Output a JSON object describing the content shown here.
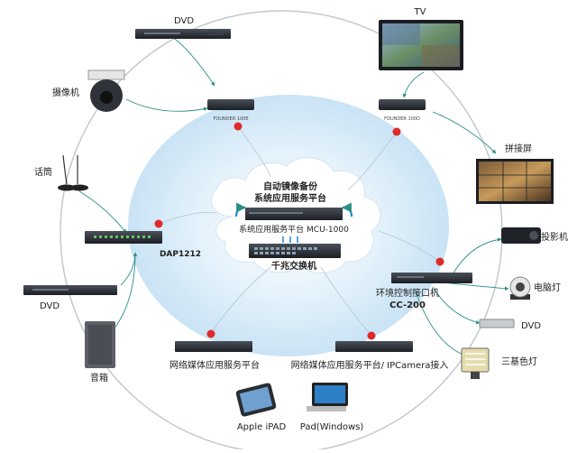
{
  "diagram": {
    "center": {
      "title_line1": "自动镜像备份",
      "title_line2": "系统应用服务平台",
      "mcu_label": "系统应用服务平台 MCU-1000",
      "switch_label": "千兆交换机"
    },
    "nodes": {
      "dvd_top": "DVD",
      "tv": "TV",
      "camera": "摄像机",
      "founder_left": "FOUNDER 100E",
      "founder_right": "FOUNDER 100D",
      "video_wall": "拼接屏",
      "microphone": "话筒",
      "dap": "DAP1212",
      "projector": "投影机",
      "ptz_light": "电脑灯",
      "env_control_line1": "环境控制接口机",
      "env_control_line2": "CC-200",
      "dvd_left": "DVD",
      "dvd_right": "DVD",
      "speaker": "音箱",
      "media_left": "网络媒体应用服务平台",
      "media_right": "网络媒体应用服务平台/ IPCamera接入",
      "tricolor_light": "三基色灯",
      "ipad": "Apple iPAD",
      "pad_windows": "Pad(Windows)"
    },
    "colors": {
      "ring": "#bfc6cf",
      "cloud_glow": "#d6ecfa",
      "connector": "#2a8f86",
      "dot": "#e02a2a",
      "device": "#2b2f36"
    }
  }
}
